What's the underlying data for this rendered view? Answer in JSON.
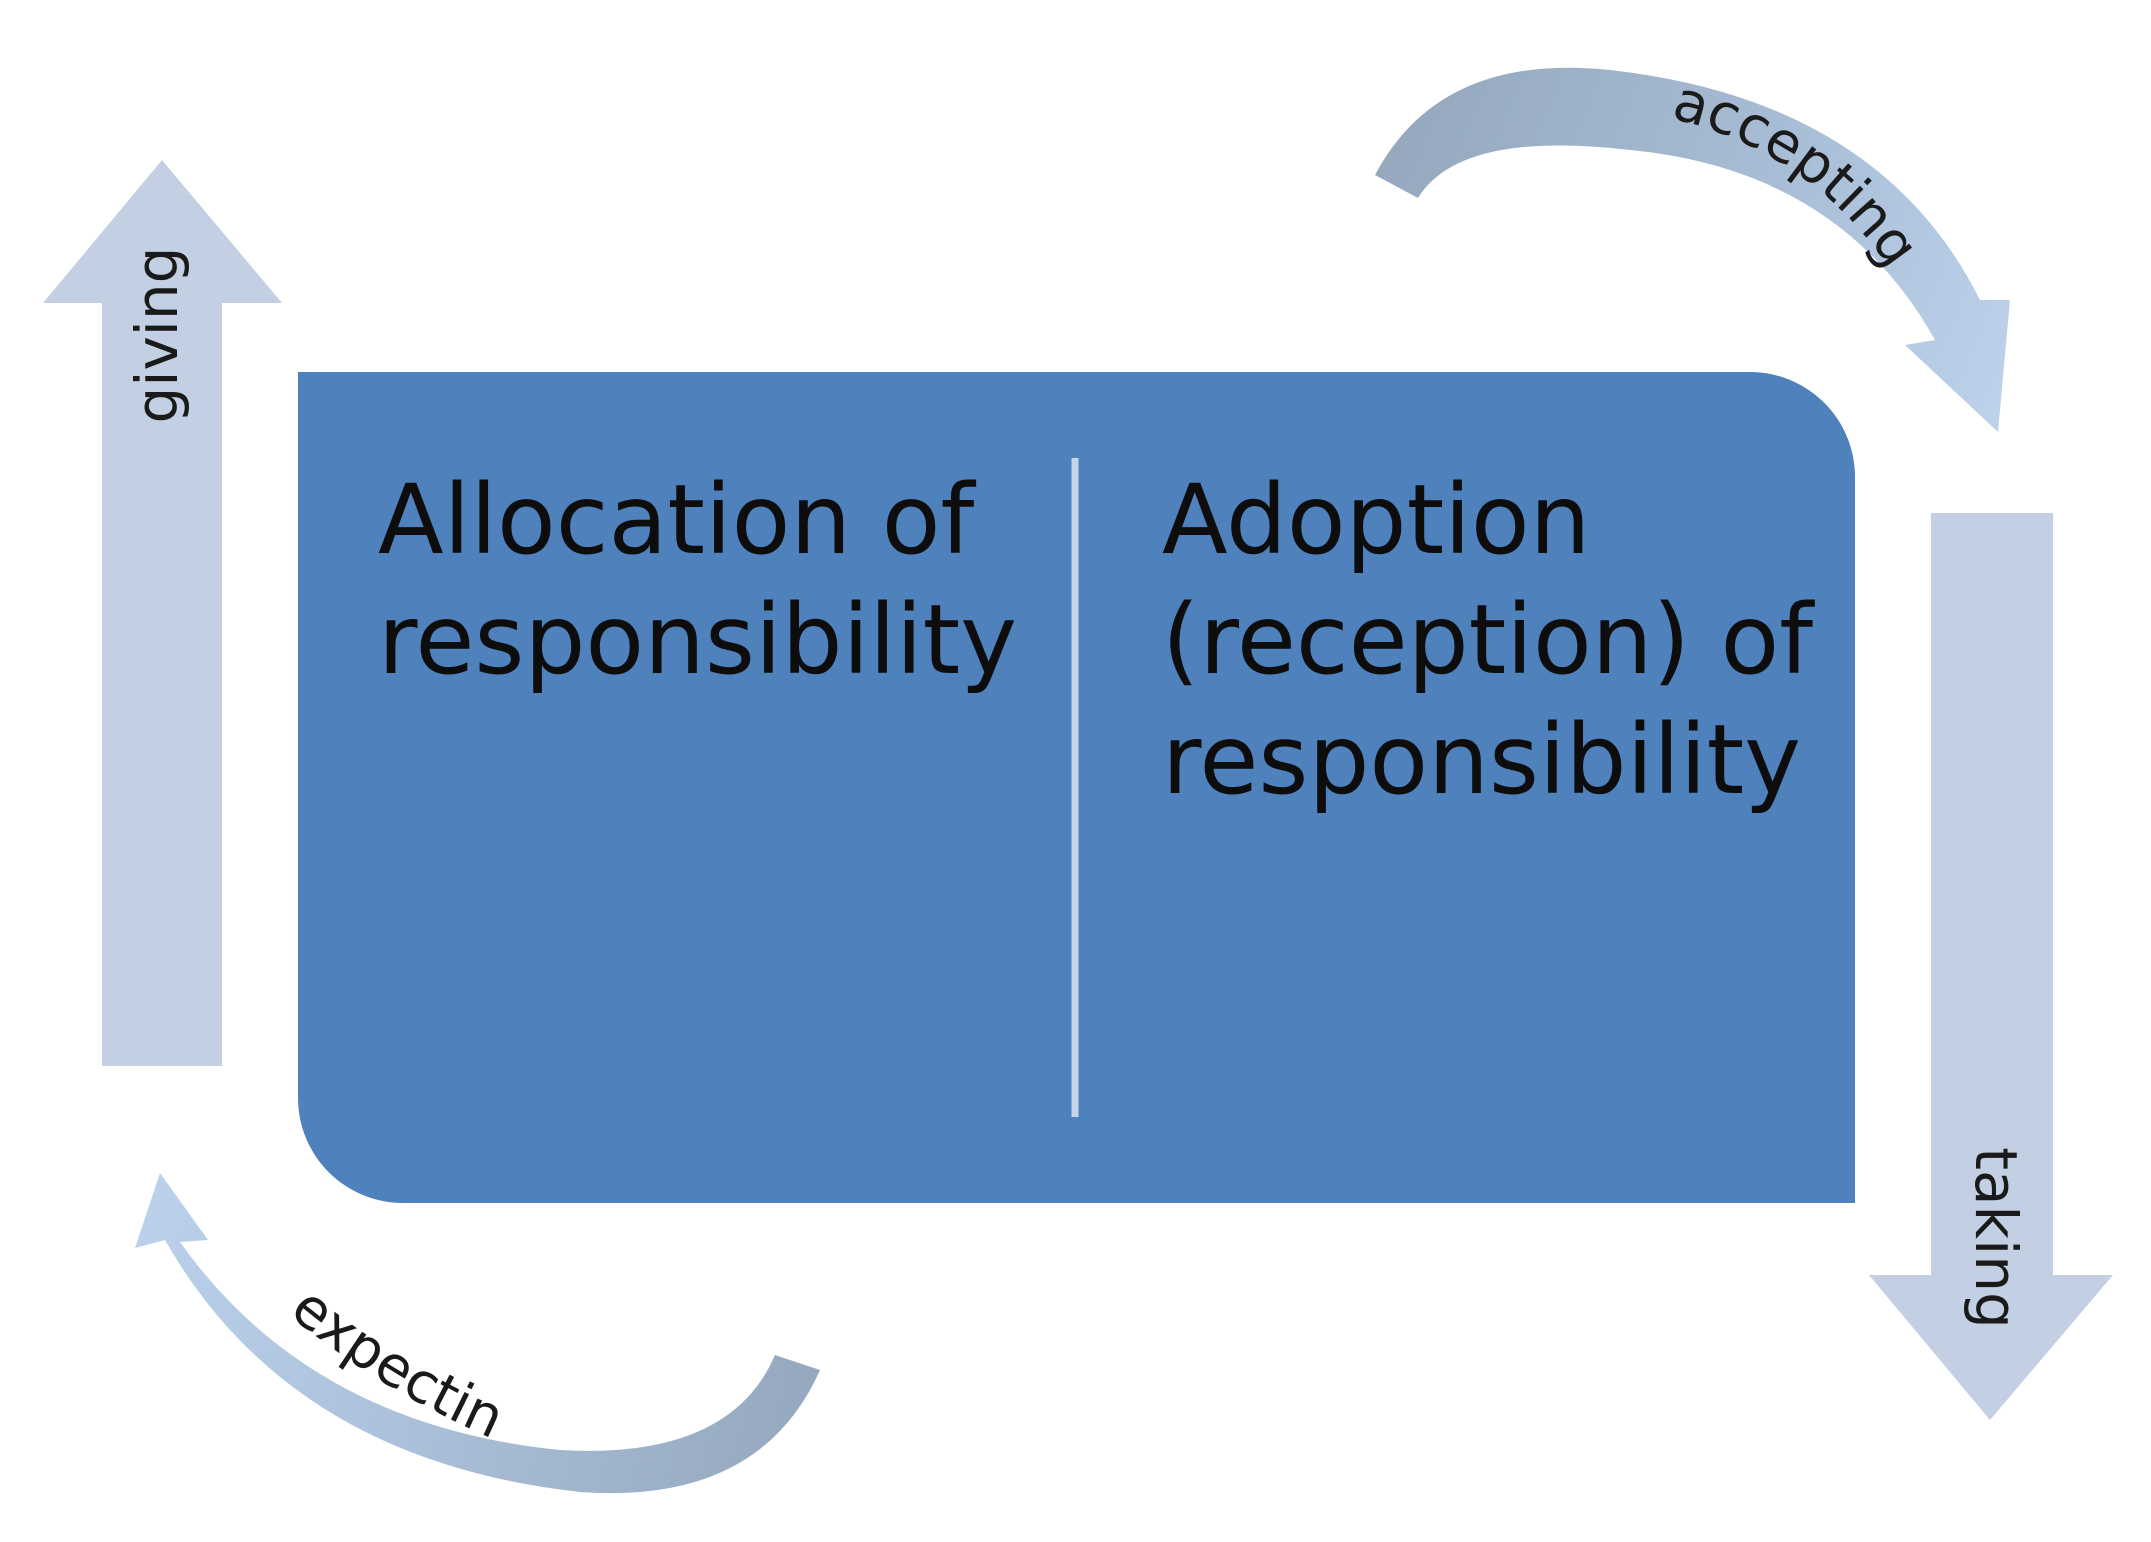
{
  "diagram": {
    "left_panel": {
      "lines": [
        "Allocation of",
        "responsibility"
      ]
    },
    "right_panel": {
      "lines": [
        "Adoption",
        "(reception) of",
        "responsibility"
      ]
    },
    "arrows": {
      "up": "giving",
      "down": "taking",
      "curve_top": "accepting",
      "curve_bottom": "expecting"
    }
  },
  "colors": {
    "box": "#4f81bd",
    "divider": "#c6d4e9",
    "straight_arrow": "#c3cfe3",
    "curve_dark": "#95a8bd",
    "curve_light": "#b9cfe9",
    "text": "#0d0d0d"
  }
}
